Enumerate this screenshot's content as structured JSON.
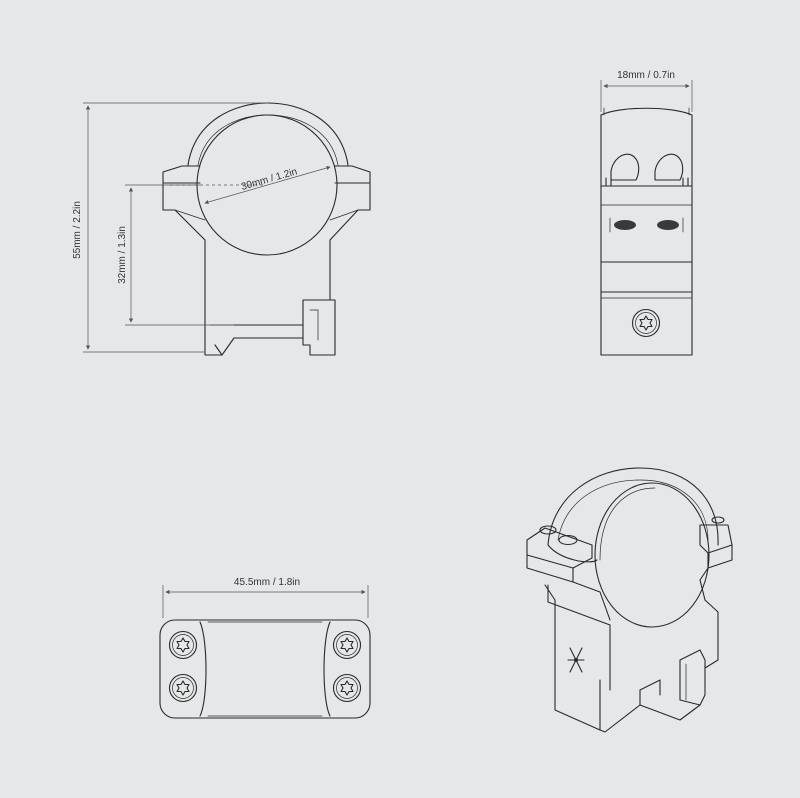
{
  "colors": {
    "background": "#e6e7e8",
    "line": "#2a2a2a",
    "dimension": "#555555"
  },
  "dimensions": {
    "overall_height": "55mm / 2.2in",
    "center_height": "32mm / 1.3in",
    "ring_diameter": "30mm / 1.2in",
    "ring_width": "18mm / 0.7in",
    "base_length": "45.5mm / 1.8in"
  },
  "views": [
    "front-view",
    "side-view",
    "top-view",
    "isometric-view"
  ],
  "icons": [
    "torx-screw-icon",
    "brand-logo-icon"
  ]
}
